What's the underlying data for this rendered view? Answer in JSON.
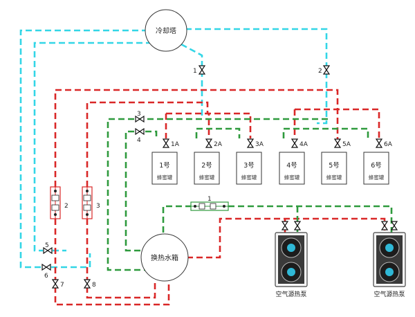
{
  "colors": {
    "cool": "#33d6e6",
    "hot": "#d92727",
    "ret": "#2e9a3d"
  },
  "cooling_tower": {
    "label": "冷却塔"
  },
  "heat_tank": {
    "label": "换热水箱"
  },
  "tanks": [
    {
      "name": "1号",
      "sub": "蜂蜜罐",
      "valve": "1A"
    },
    {
      "name": "2号",
      "sub": "蜂蜜罐",
      "valve": "2A"
    },
    {
      "name": "3号",
      "sub": "蜂蜜罐",
      "valve": "3A"
    },
    {
      "name": "4号",
      "sub": "蜂蜜罐",
      "valve": "4A"
    },
    {
      "name": "5号",
      "sub": "蜂蜜罐",
      "valve": "5A"
    },
    {
      "name": "6号",
      "sub": "蜂蜜罐",
      "valve": "6A"
    }
  ],
  "valves": {
    "v1": "1",
    "v2": "2",
    "v3": "3",
    "v4": "4",
    "v5": "5",
    "v6": "6",
    "v7": "7",
    "v8": "8",
    "filter2": "2",
    "filter3": "3",
    "filter1": "1"
  },
  "heat_pumps": [
    {
      "label": "空气源热泵"
    },
    {
      "label": "空气源热泵"
    }
  ]
}
